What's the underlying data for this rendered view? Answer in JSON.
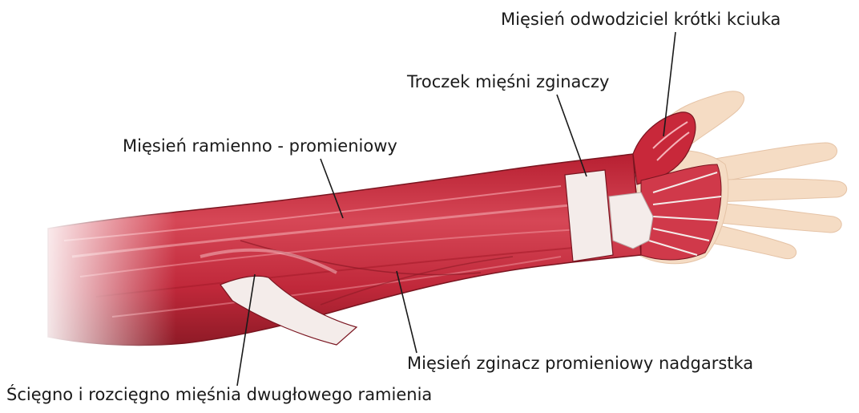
{
  "labels": {
    "abductor": "Mięsień odwodziciel krótki kciuka",
    "retinaculum": "Troczek mięśni zginaczy",
    "brachioradialis": "Mięsień ramienno - promieniowy",
    "flexor_carpi_radialis": "Mięsień zginacz promieniowy nadgarstka",
    "bicipital_aponeurosis": "Ścięgno i rozcięgno mięśnia dwugłowego ramienia"
  },
  "colors": {
    "muscle": "#c8283a",
    "muscle_dark": "#8e1a26",
    "muscle_light": "#e7838c",
    "tendon": "#f4ecea",
    "skin": "#f5dcc4"
  }
}
